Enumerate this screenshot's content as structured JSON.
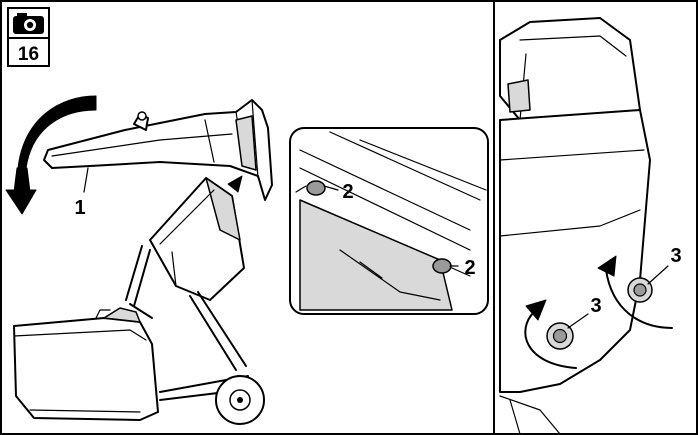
{
  "badge": {
    "icon": "camera-icon",
    "number": "16"
  },
  "callouts": {
    "lid": "1",
    "latch_upper": "2",
    "latch_lower": "2",
    "knob_right": "3",
    "knob_left": "3"
  },
  "colors": {
    "line": "#000000",
    "background": "#ffffff",
    "shade": "#d9d9d9"
  }
}
